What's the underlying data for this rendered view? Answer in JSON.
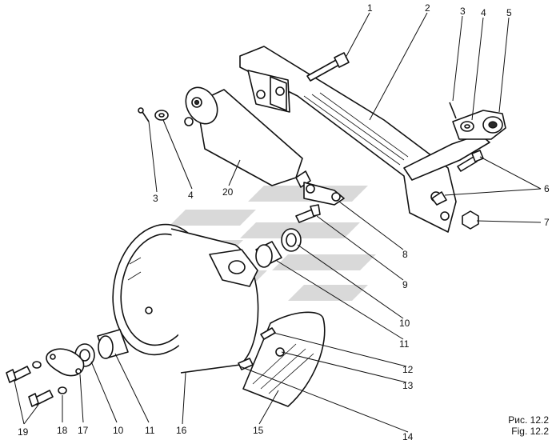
{
  "figure": {
    "caption_ru": "Рис. 12.2",
    "caption_en": "Fig. 12.2"
  },
  "callouts": [
    "1",
    "2",
    "3",
    "4",
    "5",
    "6",
    "7",
    "8",
    "9",
    "10",
    "11",
    "12",
    "13",
    "14",
    "15",
    "16",
    "17",
    "18",
    "19",
    "20",
    "3",
    "4",
    "10",
    "11"
  ],
  "colors": {
    "ink": "#111111",
    "watermark": "#d9d9d9",
    "background": "#ffffff"
  }
}
